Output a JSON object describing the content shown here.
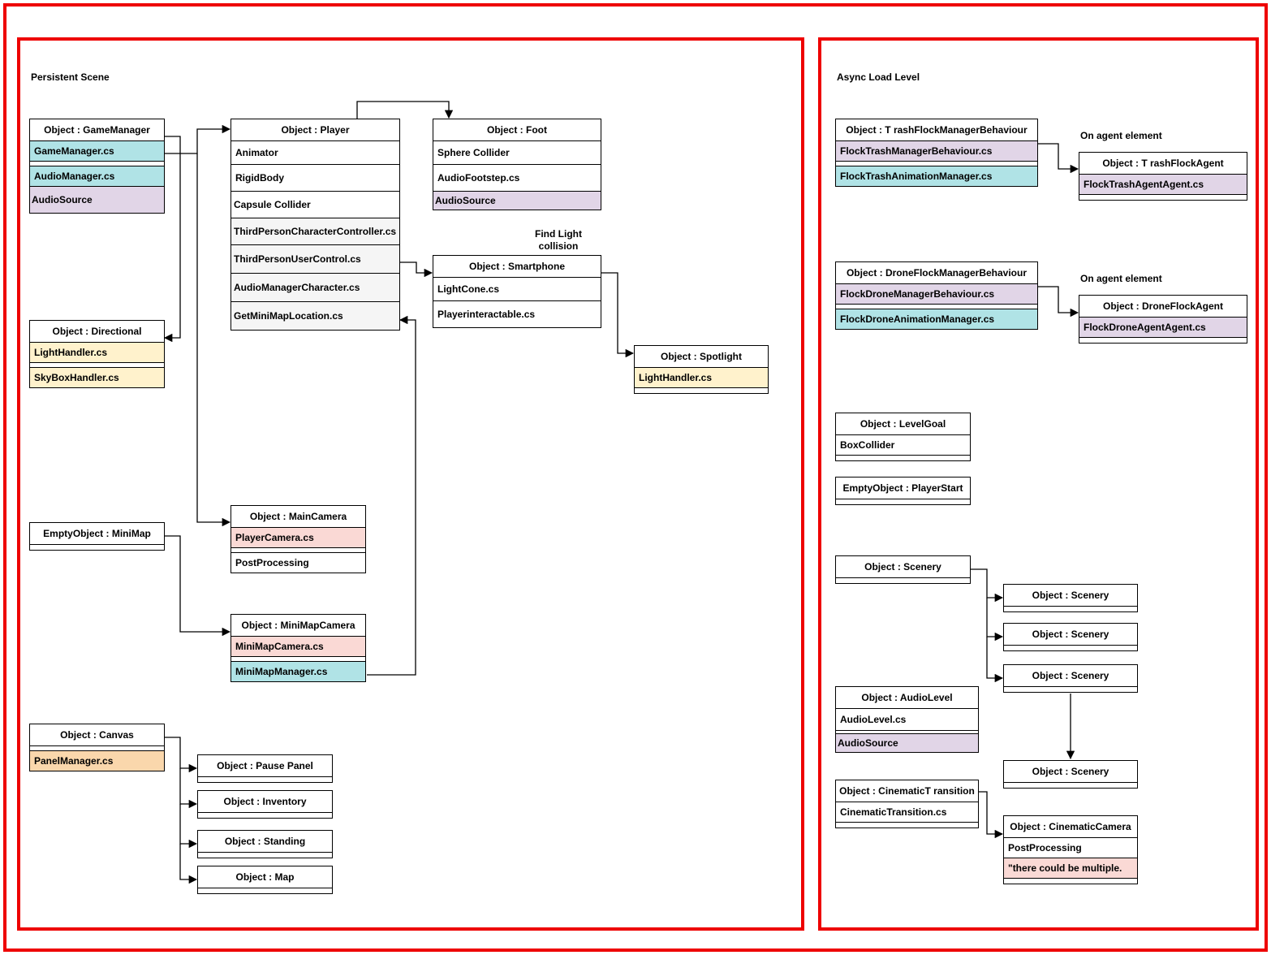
{
  "colors": {
    "frame": "#ee0000",
    "teal": "#b0e3e6",
    "purple": "#e1d5e7",
    "yellow": "#fff2cc",
    "red": "#fad9d5",
    "orange": "#fad7ac",
    "gray": "#f5f5f5"
  },
  "sections": {
    "persistent": "Persistent Scene",
    "async": "Async Load Level"
  },
  "notes": {
    "find_light": "Find Light",
    "find_light_2": "collision",
    "on_agent_1": "On agent element",
    "on_agent_2": "On agent element"
  },
  "boxes": {
    "gamemanager": {
      "title": "Object : GameManager",
      "rows": [
        "GameManager.cs",
        "AudioManager.cs",
        "AudioSource"
      ]
    },
    "directional": {
      "title": "Object : Directional",
      "rows": [
        "LightHandler.cs",
        "SkyBoxHandler.cs"
      ]
    },
    "minimap": {
      "title": "EmptyObject : MiniMap"
    },
    "canvas": {
      "title": "Object : Canvas",
      "rows": [
        "PanelManager.cs"
      ]
    },
    "player": {
      "title": "Object : Player",
      "rows": [
        "Animator",
        "RigidBody",
        "Capsule Collider",
        "ThirdPersonCharacterController.cs",
        "ThirdPersonUserControl.cs",
        "AudioManagerCharacter.cs",
        "GetMiniMapLocation.cs"
      ]
    },
    "maincamera": {
      "title": "Object : MainCamera",
      "rows": [
        "PlayerCamera.cs",
        "PostProcessing"
      ]
    },
    "minimapcamera": {
      "title": "Object : MiniMapCamera",
      "rows": [
        "MiniMapCamera.cs",
        "MiniMapManager.cs"
      ]
    },
    "pausepanel": {
      "title": "Object : Pause Panel"
    },
    "inventory": {
      "title": "Object : Inventory"
    },
    "standing": {
      "title": "Object : Standing"
    },
    "map": {
      "title": "Object : Map"
    },
    "foot": {
      "title": "Object : Foot",
      "rows": [
        "Sphere Collider",
        "AudioFootstep.cs",
        "AudioSource"
      ]
    },
    "smartphone": {
      "title": "Object : Smartphone",
      "rows": [
        "LightCone.cs",
        "Playerinteractable.cs"
      ]
    },
    "spotlight": {
      "title": "Object : Spotlight",
      "rows": [
        "LightHandler.cs"
      ]
    },
    "trashmgr": {
      "title": "Object : T  rashFlockManagerBehaviour",
      "rows": [
        "FlockTrashManagerBehaviour.cs",
        "FlockTrashAnimationManager.cs"
      ]
    },
    "trashagent": {
      "title": "Object : T  rashFlockAgent",
      "rows": [
        "FlockTrashAgentAgent.cs"
      ]
    },
    "dronemgr": {
      "title": "Object : DroneFlockManagerBehaviour",
      "rows": [
        "FlockDroneManagerBehaviour.cs",
        "FlockDroneAnimationManager.cs"
      ]
    },
    "droneagent": {
      "title": "Object : DroneFlockAgent",
      "rows": [
        "FlockDroneAgentAgent.cs"
      ]
    },
    "levelgoal": {
      "title": "Object : LevelGoal",
      "rows": [
        "BoxCollider"
      ]
    },
    "playerstart": {
      "title": "EmptyObject : PlayerStart"
    },
    "scenery": {
      "title": "Object : Scenery"
    },
    "scenery1": {
      "title": "Object : Scenery"
    },
    "scenery2": {
      "title": "Object : Scenery"
    },
    "scenery3": {
      "title": "Object : Scenery"
    },
    "scenery4": {
      "title": "Object : Scenery"
    },
    "audiolevel": {
      "title": "Object : AudioLevel",
      "rows": [
        "AudioLevel.cs",
        "AudioSource"
      ]
    },
    "cinematic": {
      "title": "Object : CinematicT    ransition",
      "rows": [
        "CinematicTransition.cs"
      ]
    },
    "cinecamera": {
      "title": "Object : CinematicCamera",
      "rows": [
        "PostProcessing",
        "\"there could be multiple."
      ]
    }
  }
}
